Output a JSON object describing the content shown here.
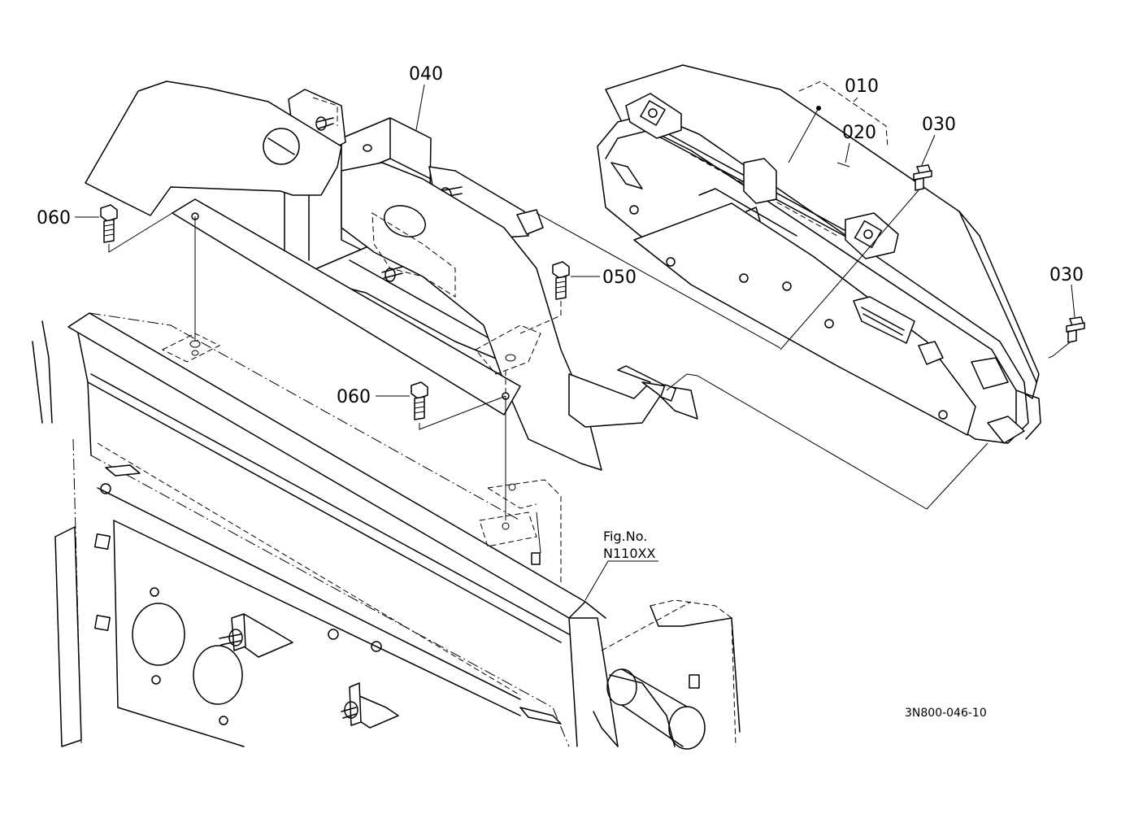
{
  "callouts": {
    "p010": "010",
    "p020": "020",
    "p030a": "030",
    "p030b": "030",
    "p040": "040",
    "p050": "050",
    "p060a": "060",
    "p060b": "060"
  },
  "fig_ref": {
    "line1": "Fig.No.",
    "line2": "N110XX"
  },
  "doc_id": "3N800-046-10"
}
